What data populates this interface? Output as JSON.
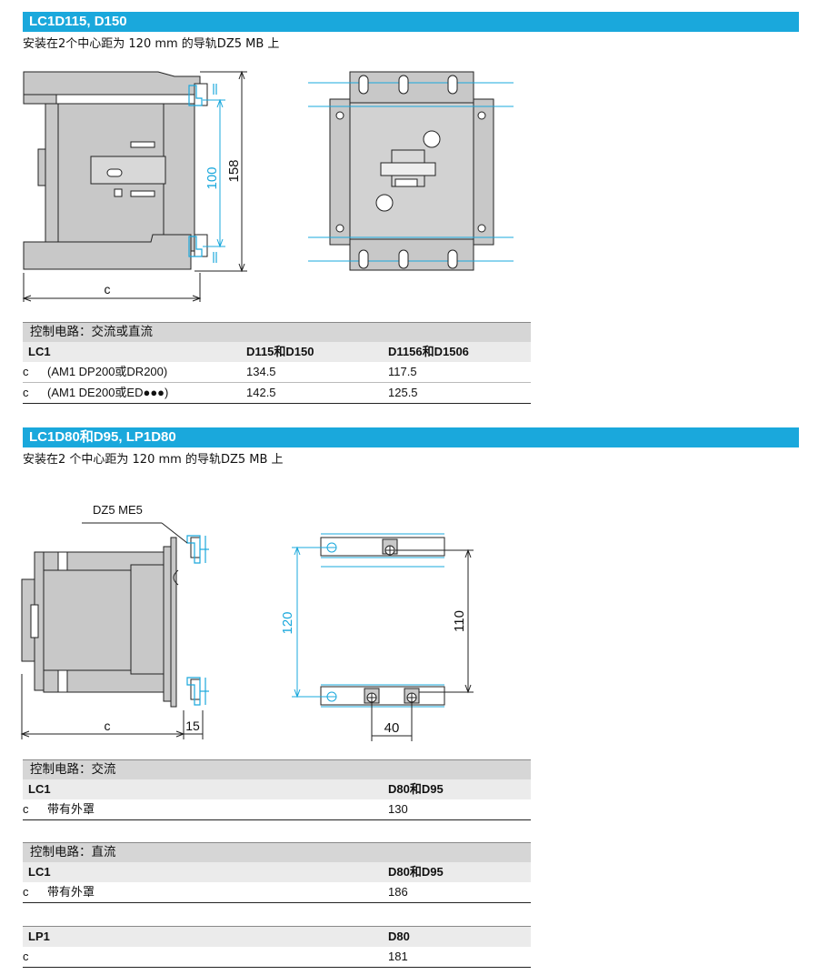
{
  "section1": {
    "title": "LC1D115, D150",
    "subtitle": "安装在2个中心距为 120 mm 的导轨DZ5 MB 上",
    "dims": {
      "d100": "100",
      "d158": "158",
      "c": "c"
    },
    "table": {
      "title": "控制电路：交流或直流",
      "headers": [
        "LC1",
        "D115和D150",
        "D1156和D1506"
      ],
      "rows": [
        [
          "c",
          "(AM1 DP200或DR200)",
          "134.5",
          "117.5"
        ],
        [
          "c",
          "(AM1 DE200或ED●●●)",
          "142.5",
          "125.5"
        ]
      ]
    }
  },
  "section2": {
    "title": "LC1D80和D95, LP1D80",
    "subtitle": "安装在2 个中心距为 120 mm 的导轨DZ5 MB 上",
    "dims": {
      "rail": "DZ5 ME5",
      "c": "c",
      "d15": "15",
      "d120": "120",
      "d110": "110",
      "d40": "40"
    },
    "table_ac": {
      "title": "控制电路：交流",
      "headers": [
        "LC1",
        "D80和D95"
      ],
      "rows": [
        [
          "c",
          "带有外罩",
          "130"
        ]
      ]
    },
    "table_dc": {
      "title": "控制电路：直流",
      "headers": [
        "LC1",
        "D80和D95"
      ],
      "rows": [
        [
          "c",
          "带有外罩",
          "186"
        ]
      ]
    },
    "table_lp1": {
      "headers": [
        "LP1",
        "D80"
      ],
      "rows": [
        [
          "c",
          "181"
        ]
      ]
    }
  },
  "colors": {
    "accent": "#1aa8dc",
    "dimension_blue": "#1aa8dc",
    "drawing_gray": "#c8c8c8"
  }
}
